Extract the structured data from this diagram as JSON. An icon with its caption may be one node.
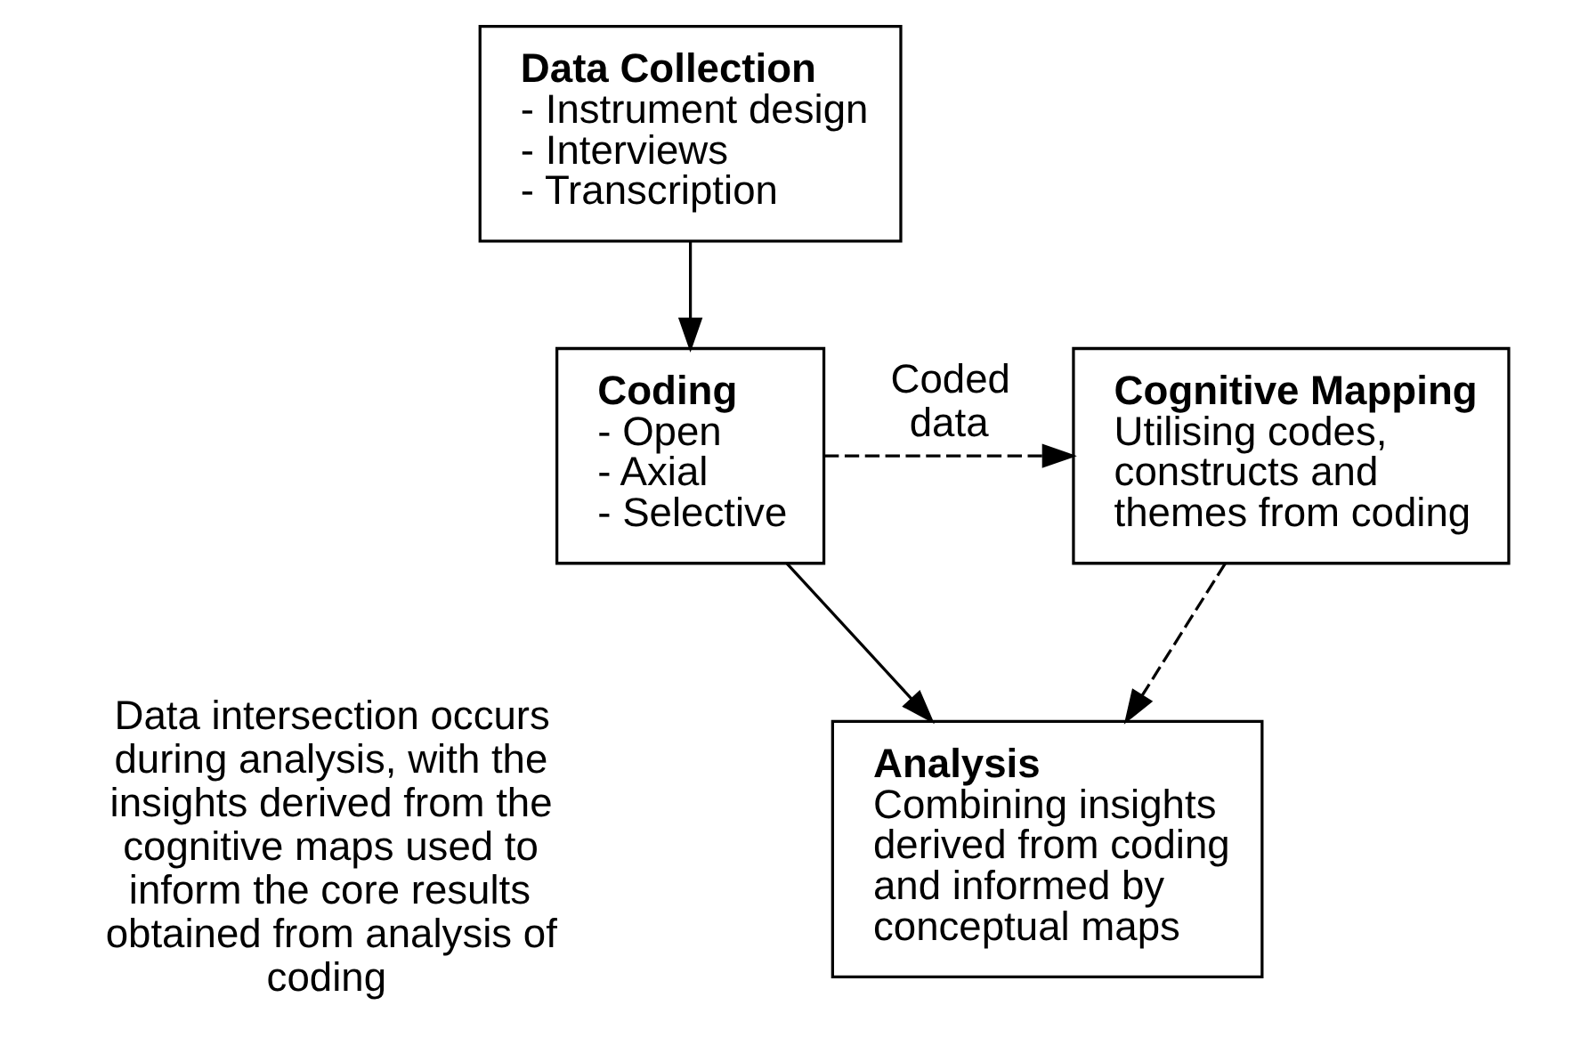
{
  "diagram": {
    "nodes": [
      {
        "text": [
          "Data Collection",
          "- Instrument design",
          "- Interviews",
          "- Transcription"
        ]
      },
      {
        "text": [
          "Coding",
          "- Open",
          "- Axial",
          "- Selective"
        ]
      },
      {
        "text": [
          "Cognitive Mapping",
          "Utilising codes, constructs and themes from coding"
        ]
      },
      {
        "text": [
          "Analysis",
          "Combining insights derived from coding and informed by conceptual maps"
        ]
      }
    ],
    "edges": [
      {
        "from": 0,
        "to": 1,
        "arrow": "to"
      },
      {
        "from": 1,
        "to": 2,
        "arrow": "to",
        "label": "Coded data",
        "style": "dashed"
      },
      {
        "from": 1,
        "to": 3,
        "arrow": "to"
      },
      {
        "from": 2,
        "to": 3,
        "arrow": "to",
        "style": "dashed"
      }
    ],
    "labels": [
      "Data intersection occurs during analysis, with the insights derived from the cognitive maps used to inform the core results obtained from analysis of coding"
    ]
  }
}
